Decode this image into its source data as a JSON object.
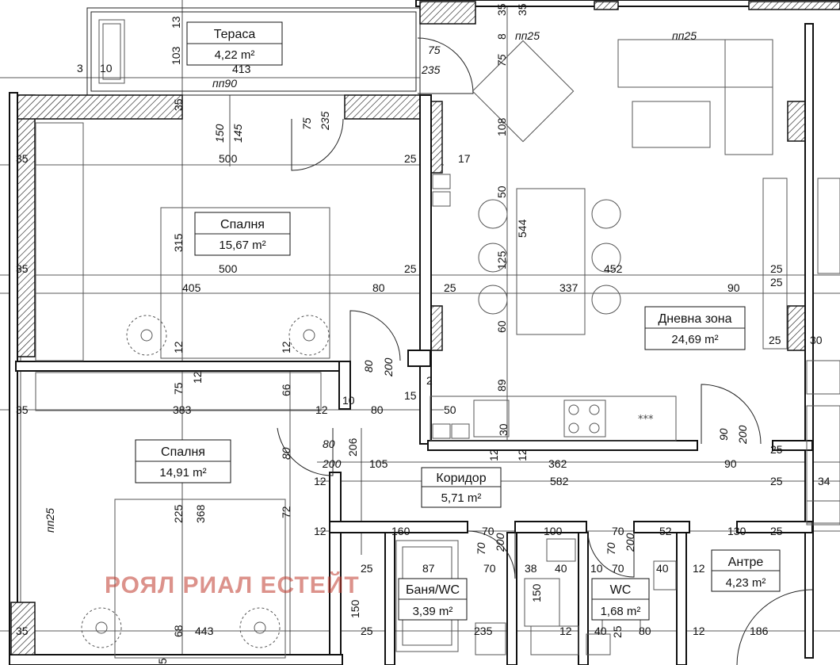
{
  "rooms": {
    "terrace": {
      "name": "Тераса",
      "area": "4,22 m²"
    },
    "bedroom1": {
      "name": "Спалня",
      "area": "15,67 m²"
    },
    "living": {
      "name": "Дневна зона",
      "area": "24,69 m²"
    },
    "bedroom2": {
      "name": "Спалня",
      "area": "14,91 m²"
    },
    "corridor": {
      "name": "Коридор",
      "area": "5,71 m²"
    },
    "bath": {
      "name": "Баня/WC",
      "area": "3,39 m²"
    },
    "wc": {
      "name": "WC",
      "area": "1,68 m²"
    },
    "entrance": {
      "name": "Антре",
      "area": "4,23 m²"
    }
  },
  "watermark": "РОЯЛ РИАЛ ЕСТЕЙТ",
  "cooktop_symbol": "***",
  "dimensions": {
    "d3": "3",
    "d10": "10",
    "d413": "413",
    "pp90": "пп90",
    "d13": "13",
    "d103": "103",
    "d75a": "75",
    "d235a": "235",
    "d35a": "35",
    "d35b": "35",
    "d8": "8",
    "pp25a": "пп25",
    "pp25b": "пп25",
    "d75b": "75",
    "d108": "108",
    "d150a": "150",
    "d145": "145",
    "d75c": "75",
    "d235b": "235",
    "d35c": "35",
    "d500a": "500",
    "d25a": "25",
    "d17": "17",
    "d50a": "50",
    "d544": "544",
    "d315": "315",
    "d500b": "500",
    "d125": "125",
    "d452": "452",
    "d25b": "25",
    "d35d": "35",
    "d35e": "35",
    "d405": "405",
    "d80a": "80",
    "d25c": "25",
    "d337": "337",
    "d90a": "90",
    "d25d": "25",
    "d25e": "25",
    "d60": "60",
    "d12a": "12",
    "d12b": "12",
    "d80b": "80",
    "d200a": "200",
    "d25f": "25",
    "d30a": "30",
    "d75d": "75",
    "d12c": "12",
    "d66": "66",
    "d89": "89",
    "d2": "2",
    "d35f": "35",
    "d383": "383",
    "d12d": "12",
    "d10b": "10",
    "d80c": "80",
    "d15": "15",
    "d50b": "50",
    "d30b": "30",
    "d90b": "90",
    "d200b": "200",
    "d80d": "80",
    "d80e": "80",
    "d206": "206",
    "d200c": "200",
    "d105": "105",
    "d12e": "12",
    "d12f": "12",
    "d362": "362",
    "d90c": "90",
    "d25g": "25",
    "d12g": "12",
    "d582": "582",
    "d25h": "25",
    "d34": "34",
    "pp25c": "пп25",
    "d225": "225",
    "d368": "368",
    "d72": "72",
    "d12h": "12",
    "d160": "160",
    "d70a": "70",
    "d100": "100",
    "d70b": "70",
    "d52": "52",
    "d130": "130",
    "d25i": "25",
    "d70c": "70",
    "d200d": "200",
    "d70d": "70",
    "d200e": "200",
    "d25j": "25",
    "d87": "87",
    "d70e": "70",
    "d38": "38",
    "d40a": "40",
    "d10c": "10",
    "d70f": "70",
    "d40b": "40",
    "d12i": "12",
    "d150b": "150",
    "d150c": "150",
    "d35g": "35",
    "d68": "68",
    "d443": "443",
    "d25k": "25",
    "d235c": "235",
    "d12j": "12",
    "d40c": "40",
    "d25l": "25",
    "d80f": "80",
    "d12k": "12",
    "d186": "186",
    "d5": "5"
  }
}
